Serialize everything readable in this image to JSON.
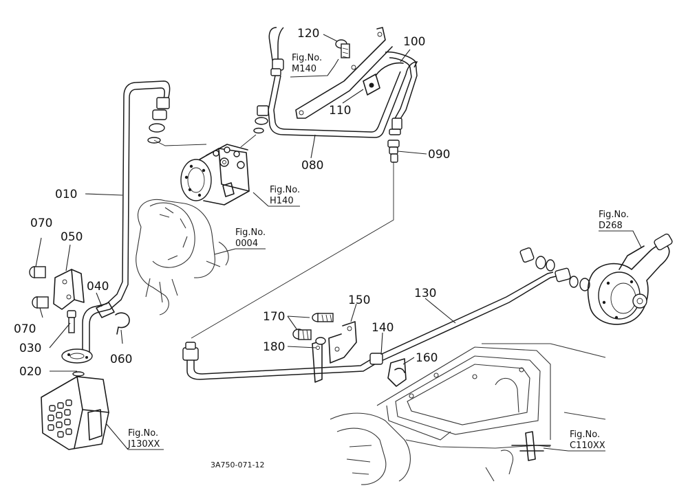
{
  "diagram": {
    "code": "3A750-071-12",
    "callouts": {
      "p010": "010",
      "p020": "020",
      "p030": "030",
      "p040": "040",
      "p050": "050",
      "p060": "060",
      "p070a": "070",
      "p070b": "070",
      "p080": "080",
      "p090": "090",
      "p100": "100",
      "p110": "110",
      "p120": "120",
      "p130": "130",
      "p140": "140",
      "p150": "150",
      "p160": "160",
      "p170": "170",
      "p180": "180"
    },
    "refs": {
      "m140": {
        "label": "Fig.No.",
        "value": "M140"
      },
      "h140": {
        "label": "Fig.No.",
        "value": "H140"
      },
      "f0004": {
        "label": "Fig.No.",
        "value": "0004"
      },
      "d268": {
        "label": "Fig.No.",
        "value": "D268"
      },
      "j130xx": {
        "label": "Fig.No.",
        "value": "J130XX"
      },
      "c110xx": {
        "label": "Fig.No.",
        "value": "C110XX"
      }
    }
  }
}
